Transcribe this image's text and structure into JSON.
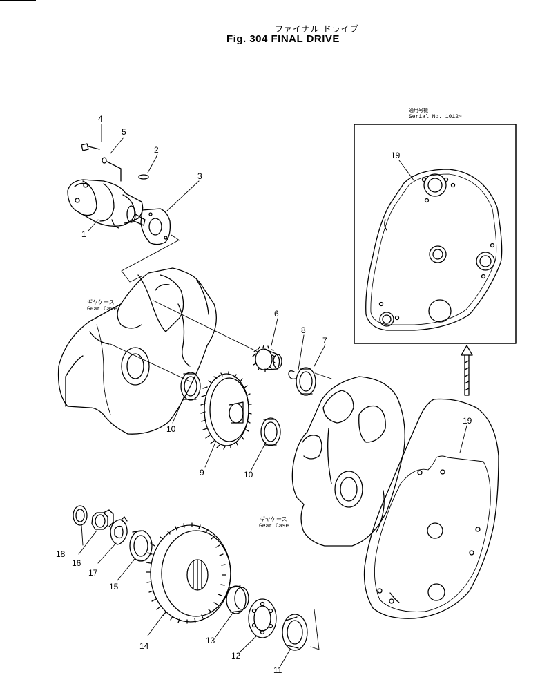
{
  "header": {
    "title_jp": "ファイナル ドライブ",
    "title_en": "Fig. 304  FINAL DRIVE"
  },
  "inset": {
    "applicability_jp": "適用号機",
    "serial_en": "Serial  No. 1012~"
  },
  "gear_case_labels": [
    {
      "jp": "ギヤケース",
      "en": "Gear  Case"
    },
    {
      "jp": "ギヤケース",
      "en": "Gear  Case"
    }
  ],
  "callouts": {
    "c1": "1",
    "c2": "2",
    "c3": "3",
    "c4": "4",
    "c5": "5",
    "c6": "6",
    "c7": "7",
    "c8": "8",
    "c9": "9",
    "c10a": "10",
    "c10b": "10",
    "c11": "11",
    "c12": "12",
    "c13": "13",
    "c14": "14",
    "c15": "15",
    "c16": "16",
    "c17": "17",
    "c18": "18",
    "c19a": "19",
    "c19b": "19"
  }
}
